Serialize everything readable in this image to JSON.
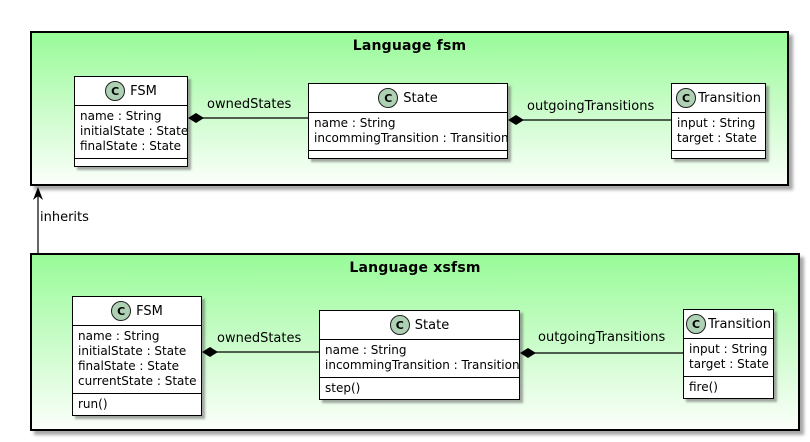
{
  "colors": {
    "package_gradient_top": "#98FB98",
    "package_gradient_bottom": "#FBFEFA",
    "class_icon_fill": "#ADD1B2",
    "border": "#000000",
    "background": "#FFFFFF"
  },
  "packages": [
    {
      "title": "Language fsm",
      "classes": [
        {
          "icon": "C",
          "name": "FSM",
          "attributes": [
            "name : String",
            "initialState : State",
            "finalState : State"
          ],
          "operations": []
        },
        {
          "icon": "C",
          "name": "State",
          "attributes": [
            "name : String",
            "incommingTransition : Transition"
          ],
          "operations": []
        },
        {
          "icon": "C",
          "name": "Transition",
          "attributes": [
            "input : String",
            "target : State"
          ],
          "operations": []
        }
      ]
    },
    {
      "title": "Language xsfsm",
      "classes": [
        {
          "icon": "C",
          "name": "FSM",
          "attributes": [
            "name : String",
            "initialState : State",
            "finalState : State",
            "currentState : State"
          ],
          "operations": [
            "run()"
          ]
        },
        {
          "icon": "C",
          "name": "State",
          "attributes": [
            "name : String",
            "incommingTransition : Transition"
          ],
          "operations": [
            "step()"
          ]
        },
        {
          "icon": "C",
          "name": "Transition",
          "attributes": [
            "input : String",
            "target : State"
          ],
          "operations": [
            "fire()"
          ]
        }
      ]
    }
  ],
  "edges": {
    "owned_states_top": "ownedStates",
    "outgoing_transitions_top": "outgoingTransitions",
    "owned_states_bottom": "ownedStates",
    "outgoing_transitions_bottom": "outgoingTransitions",
    "inherits": "inherits"
  }
}
